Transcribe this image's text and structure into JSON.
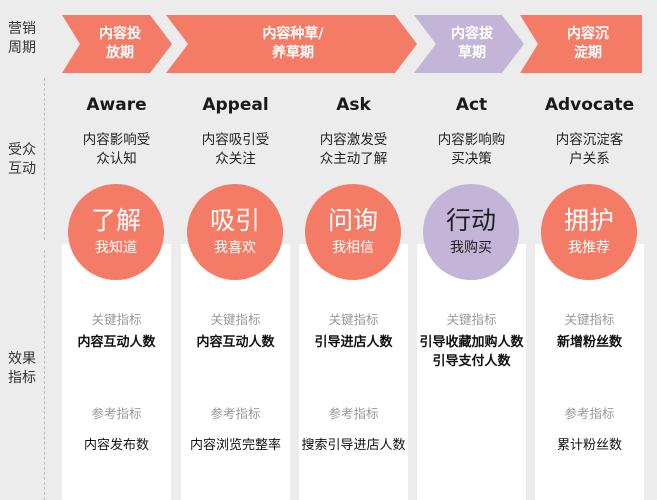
{
  "row_labels": {
    "marketing_cycle": "营销\n周期",
    "audience_interaction": "受众\n互动",
    "effect_metrics": "效果\n指标"
  },
  "phases": [
    {
      "label": "内容投\n放期",
      "color": "#f47c67"
    },
    {
      "label": "内容种草/\n养草期",
      "color": "#f47c67"
    },
    {
      "label": "内容拔\n草期",
      "color": "#c2b5d7"
    },
    {
      "label": "内容沉\n淀期",
      "color": "#f47c67"
    }
  ],
  "stages": [
    {
      "name": "Aware",
      "desc": "内容影响受\n众认知",
      "circle_main": "了解",
      "circle_sub": "我知道",
      "circle_color": "orange",
      "key_label": "关键指标",
      "key_value": "内容互动人数",
      "ref_label": "参考指标",
      "ref_value": "内容发布数"
    },
    {
      "name": "Appeal",
      "desc": "内容吸引受\n众关注",
      "circle_main": "吸引",
      "circle_sub": "我喜欢",
      "circle_color": "orange",
      "key_label": "关键指标",
      "key_value": "内容互动人数",
      "ref_label": "参考指标",
      "ref_value": "内容浏览完整率"
    },
    {
      "name": "Ask",
      "desc": "内容激发受\n众主动了解",
      "circle_main": "问询",
      "circle_sub": "我相信",
      "circle_color": "orange",
      "key_label": "关键指标",
      "key_value": "引导进店人数",
      "ref_label": "参考指标",
      "ref_value": "搜索引导进店人数"
    },
    {
      "name": "Act",
      "desc": "内容影响购\n买决策",
      "circle_main": "行动",
      "circle_sub": "我购买",
      "circle_color": "purple",
      "key_label": "关键指标",
      "key_value": "引导收藏加购人数\n引导支付人数",
      "ref_label": "",
      "ref_value": ""
    },
    {
      "name": "Advocate",
      "desc": "内容沉淀客\n户关系",
      "circle_main": "拥护",
      "circle_sub": "我推荐",
      "circle_color": "orange",
      "key_label": "关键指标",
      "key_value": "新增粉丝数",
      "ref_label": "参考指标",
      "ref_value": "累计粉丝数"
    }
  ]
}
